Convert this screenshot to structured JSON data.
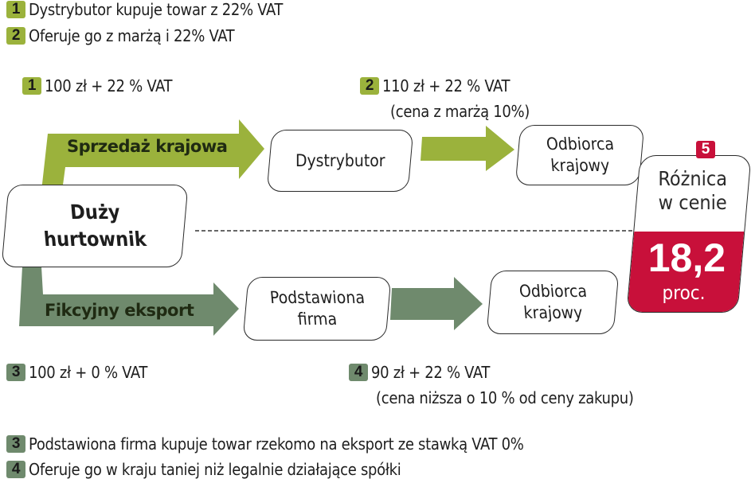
{
  "legend_top": [
    {
      "num": "1",
      "text": "Dystrybutor kupuje towar z 22% VAT"
    },
    {
      "num": "2",
      "text": "Oferuje go z marżą i 22% VAT"
    }
  ],
  "legend_bottom": [
    {
      "num": "3",
      "text": "Podstawiona firma kupuje towar rzekomo na eksport ze stawką VAT 0%"
    },
    {
      "num": "4",
      "text": "Oferuje go w kraju taniej niż legalnie działające spółki"
    }
  ],
  "prices": {
    "p1": {
      "num": "1",
      "text": "100 zł + 22 % VAT"
    },
    "p2": {
      "num": "2",
      "text": "110 zł + 22 % VAT",
      "note": "(cena z marżą 10%)"
    },
    "p3": {
      "num": "3",
      "text": "100 zł + 0 % VAT"
    },
    "p4": {
      "num": "4",
      "text": "90 zł + 22 % VAT",
      "note": "(cena niższa o 10 % od ceny zakupu)"
    }
  },
  "nodes": {
    "source": {
      "line1": "Duży",
      "line2": "hurtownik"
    },
    "distributor": {
      "label": "Dystrybutor"
    },
    "recipient_top": {
      "line1": "Odbiorca",
      "line2": "krajowy"
    },
    "shell_company": {
      "line1": "Podstawiona",
      "line2": "firma"
    },
    "recipient_bottom": {
      "line1": "Odbiorca",
      "line2": "krajowy"
    }
  },
  "arrows": {
    "domestic": "Sprzedaż krajowa",
    "export": "Fikcyjny eksport"
  },
  "difference": {
    "num": "5",
    "line1": "Różnica",
    "line2": "w cenie",
    "value": "18,2",
    "unit": "proc."
  },
  "colors": {
    "lime": "#9bb23c",
    "sage": "#6f8a6d",
    "red": "#c8103a"
  }
}
